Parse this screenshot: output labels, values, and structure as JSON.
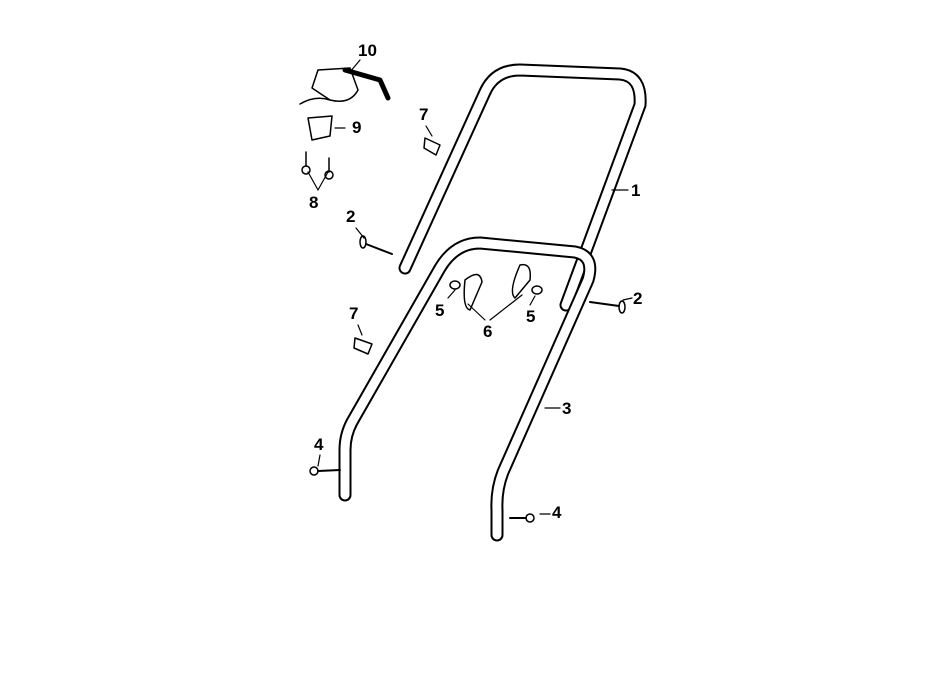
{
  "diagram": {
    "callouts": {
      "part10": "10",
      "part9": "9",
      "part7a": "7",
      "part8": "8",
      "part2a": "2",
      "part1": "1",
      "part5a": "5",
      "part6": "6",
      "part5b": "5",
      "part2b": "2",
      "part7b": "7",
      "part3": "3",
      "part4a": "4",
      "part4b": "4"
    }
  }
}
